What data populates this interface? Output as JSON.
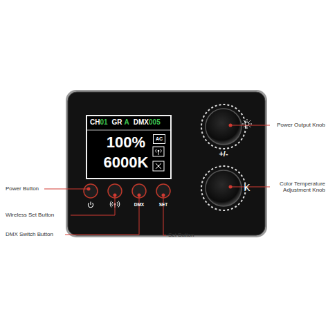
{
  "diagram": {
    "nodes": [
      {
        "text": [
          "CH",
          "01",
          "GR",
          "A",
          "DMX",
          "005",
          "100%",
          "6000K"
        ]
      },
      {
        "text": [
          "AC"
        ],
        "in": 0
      }
    ],
    "labels": [
      "+/-",
      "K",
      "DMX",
      "SET",
      "Power Output Knob",
      "Color Temperature Adjustment Knob",
      "Power Button",
      "Wireless Set Button",
      "DMX Switch Button",
      "Set Button"
    ]
  }
}
